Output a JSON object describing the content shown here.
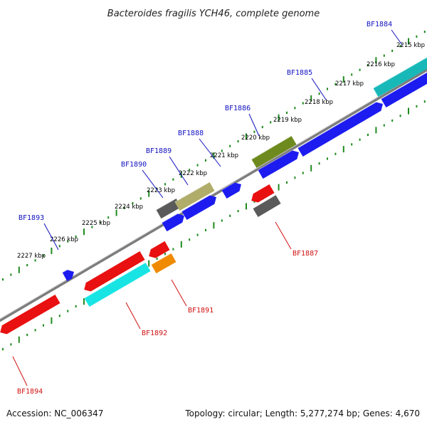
{
  "title": "Bacteroides fragilis YCH46, complete genome",
  "footer": {
    "accession": "Accession: NC_006347",
    "topology": "Topology: circular; Length: 5,277,274 bp; Genes: 4,670"
  },
  "colors": {
    "backbone": "#808080",
    "tick": "#1f8a1f",
    "forward_label": "#1010c0",
    "reverse_label": "#d01010"
  },
  "scale_labels": [
    "2215 kbp",
    "2216 kbp",
    "2217 kbp",
    "2218 kbp",
    "2219 kbp",
    "2220 kbp",
    "2221 kbp",
    "2222 kbp",
    "2223 kbp",
    "2224 kbp",
    "2225 kbp",
    "2226 kbp",
    "2227 kbp"
  ],
  "gene_labels": [
    {
      "name": "BF1884",
      "strand": "forward"
    },
    {
      "name": "BF1885",
      "strand": "forward"
    },
    {
      "name": "BF1886",
      "strand": "forward"
    },
    {
      "name": "BF1888",
      "strand": "forward"
    },
    {
      "name": "BF1889",
      "strand": "forward"
    },
    {
      "name": "BF1890",
      "strand": "forward"
    },
    {
      "name": "BF1893",
      "strand": "forward"
    },
    {
      "name": "BF1887",
      "strand": "reverse"
    },
    {
      "name": "BF1891",
      "strand": "reverse"
    },
    {
      "name": "BF1892",
      "strand": "reverse"
    },
    {
      "name": "BF1894",
      "strand": "reverse"
    }
  ]
}
